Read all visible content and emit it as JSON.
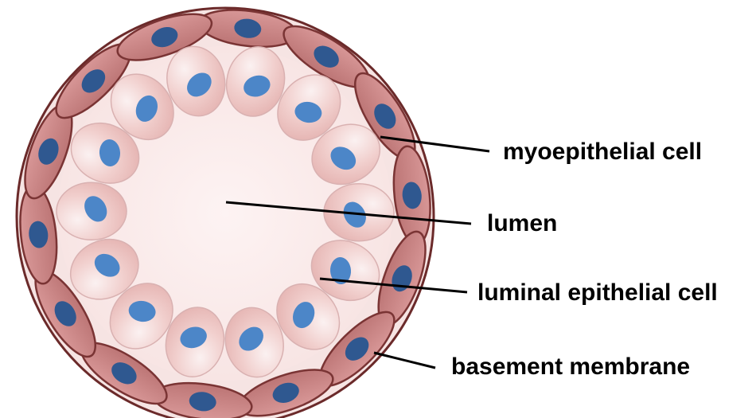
{
  "labels": {
    "myoepithelial_cell": "myoepithelial cell",
    "lumen": "lumen",
    "luminal_epithelial_cell": "luminal epithelial cell",
    "basement_membrane": "basement membrane"
  },
  "colors": {
    "background": "#ffffff",
    "membrane_stroke": "#6b2a2a",
    "membrane_fill": "#f6e4e3",
    "lumen_fill": "#fbecec",
    "myoepithelial_fill": "#c98585",
    "myoepithelial_stroke": "#7a3434",
    "myoepithelial_nucleus": "#2f5890",
    "luminal_fill": "#f1cccb",
    "luminal_stroke": "#d9b1b1",
    "luminal_nucleus": "#4c86c8",
    "leader_line": "#000000",
    "label_text": "#000000"
  },
  "cell_counts": {
    "myoepithelial": 14,
    "luminal_epithelial": 14
  }
}
